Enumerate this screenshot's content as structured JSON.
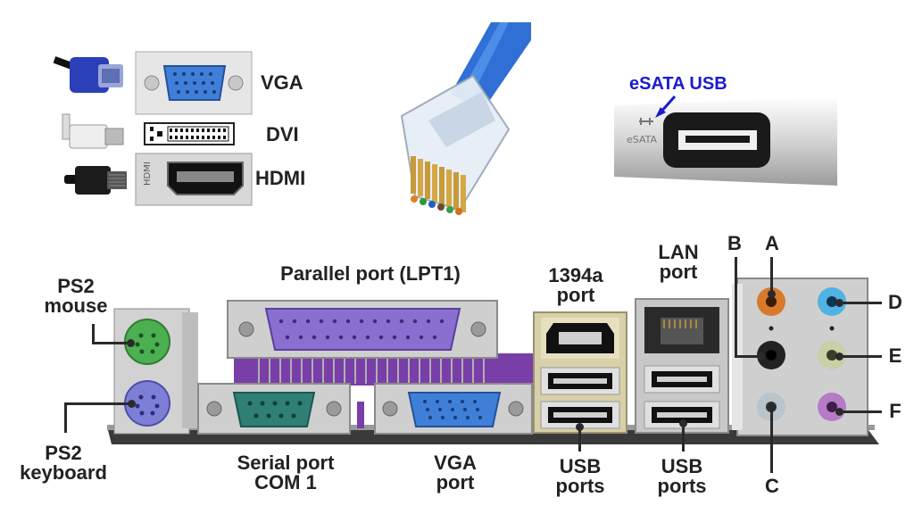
{
  "connectors": {
    "vga_label": "VGA",
    "dvi_label": "DVI",
    "hdmi_label": "HDMI",
    "esata_usb_label": "eSATA USB",
    "esata_engraving": "eSATA"
  },
  "panel": {
    "ps2_mouse": "PS2\nmouse",
    "ps2_keyboard": "PS2\nkeyboard",
    "parallel_port": "Parallel port (LPT1)",
    "serial_port": "Serial port\nCOM 1",
    "vga_port": "VGA\nport",
    "firewire_port": "1394a\nport",
    "usb_ports_1": "USB\nports",
    "lan_port": "LAN\nport",
    "usb_ports_2": "USB\nports",
    "audio_a": "A",
    "audio_b": "B",
    "audio_c": "C",
    "audio_d": "D",
    "audio_e": "E",
    "audio_f": "F"
  },
  "colors": {
    "vga_blue": "#3f7fd8",
    "ps2_green": "#4caf50",
    "ps2_purple": "#7d7fd6",
    "parallel_purple": "#8a6fd0",
    "serial_teal": "#2f7f76",
    "lan_cable_blue": "#2f6fd6",
    "esata_label_blue": "#1a1ad0",
    "audio_orange": "#d9792a",
    "audio_blue": "#4fb3e3",
    "audio_black": "#222222",
    "audio_olive": "#c9cfa7",
    "audio_grey": "#b9c4cb",
    "audio_pink": "#b67ac7"
  }
}
